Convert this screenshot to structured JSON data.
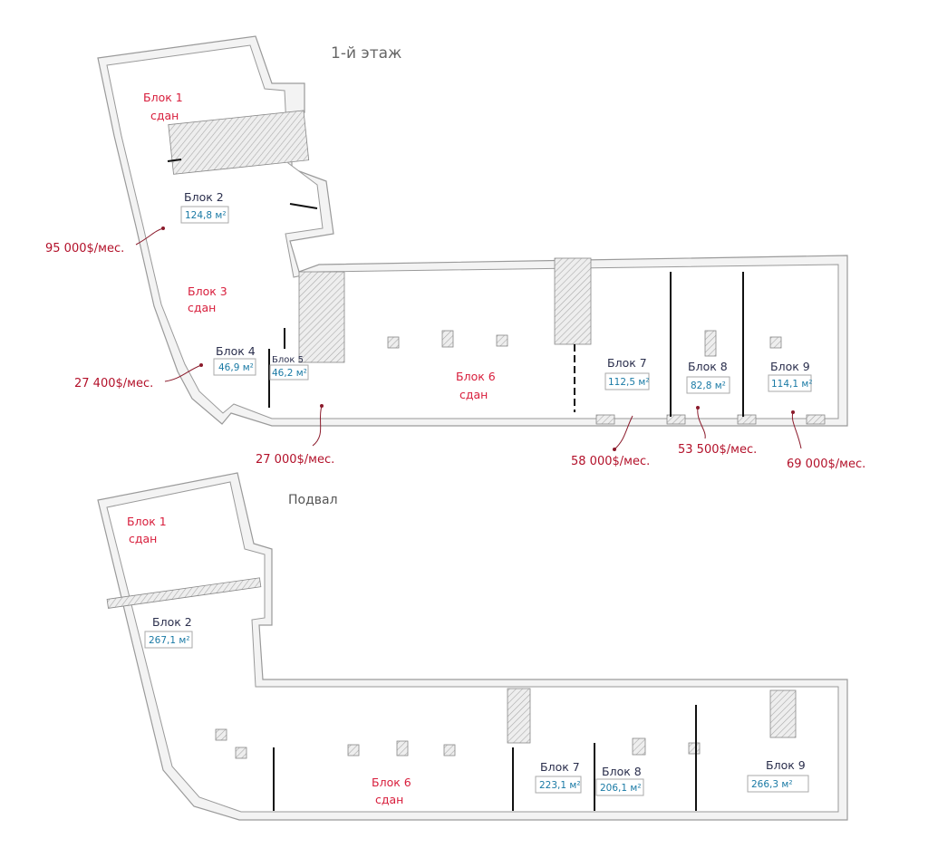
{
  "floor1": {
    "title": "1-й этаж",
    "blocks": [
      {
        "label": "Блок 1",
        "status": "сдан"
      },
      {
        "label": "Блок 2",
        "area": "124,8 м²",
        "price": "95 000$/мес."
      },
      {
        "label": "Блок 3",
        "status": "сдан"
      },
      {
        "label": "Блок 4",
        "area": "46,9 м²",
        "price": "27 400$/мес."
      },
      {
        "label": "Блок 5",
        "area": "46,2 м²",
        "price": "27 000$/мес."
      },
      {
        "label": "Блок 6",
        "status": "сдан"
      },
      {
        "label": "Блок 7",
        "area": "112,5 м²",
        "price": "58 000$/мес."
      },
      {
        "label": "Блок 8",
        "area": "82,8 м²",
        "price": "53 500$/мес."
      },
      {
        "label": "Блок 9",
        "area": "114,1 м²",
        "price": "69 000$/мес."
      }
    ]
  },
  "basement": {
    "title": "Подвал",
    "blocks": [
      {
        "label": "Блок 1",
        "status": "сдан"
      },
      {
        "label": "Блок 2",
        "area": "267,1 м²"
      },
      {
        "label": "Блок 6",
        "status": "сдан"
      },
      {
        "label": "Блок 7",
        "area": "223,1 м²"
      },
      {
        "label": "Блок 8",
        "area": "206,1 м²"
      },
      {
        "label": "Блок 9",
        "area": "266,3 м²"
      }
    ]
  }
}
